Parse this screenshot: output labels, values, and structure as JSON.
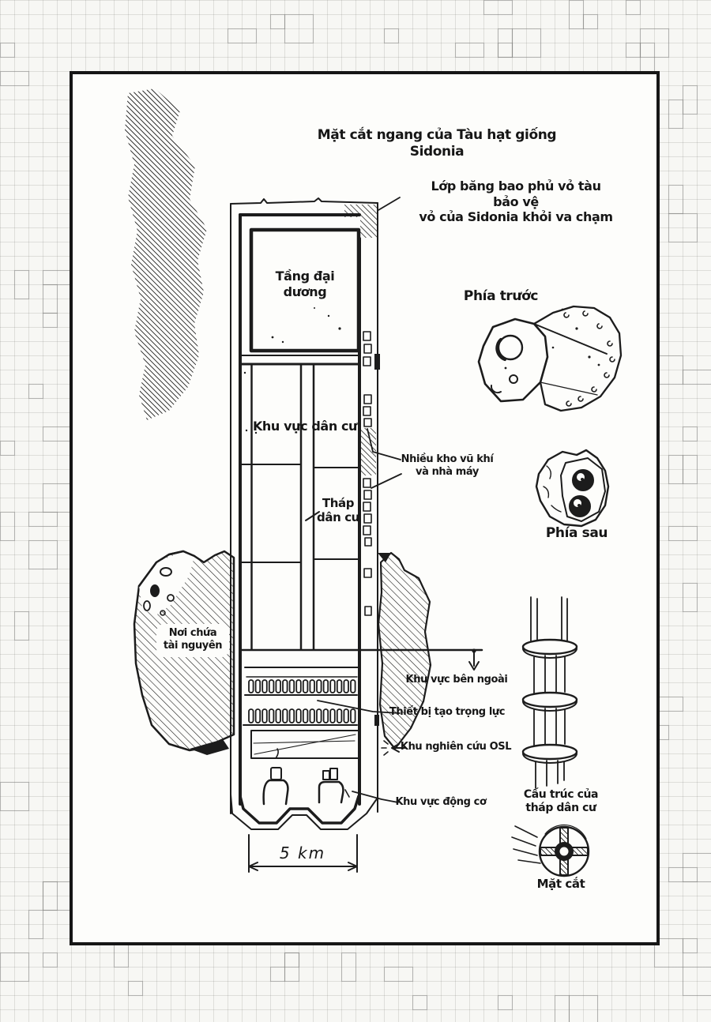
{
  "colors": {
    "ink": "#1c1c1c",
    "paper": "#fdfdfb",
    "background": "#f7f7f4",
    "grid": "#828280"
  },
  "diagram": {
    "title": "Mặt cắt ngang của Tàu hạt giống Sidonia",
    "ice_note": "Lớp băng bao phủ vỏ tàu bảo vệ\nvỏ của Sidonia khỏi va chạm",
    "ocean_deck": "Tầng đại\ndương",
    "residential_area": "Khu vực dân cư",
    "residential_tower": "Tháp\ndân cư",
    "weapons_note": "Nhiều kho vũ khí\nvà nhà máy",
    "front_view": "Phía trước",
    "rear_view": "Phía sau",
    "resources_note": "Nơi chứa\ntài nguyên",
    "outside_area": "Khu vực bên ngoài",
    "gravity_device": "Thiết bị tạo trọng lực",
    "osl_area": "Khu nghiên cứu OSL",
    "engine_area": "Khu vực động cơ",
    "tower_structure": "Cấu trúc của\ntháp dân cư",
    "cross_section": "Mặt cắt",
    "scale": "5 km"
  }
}
